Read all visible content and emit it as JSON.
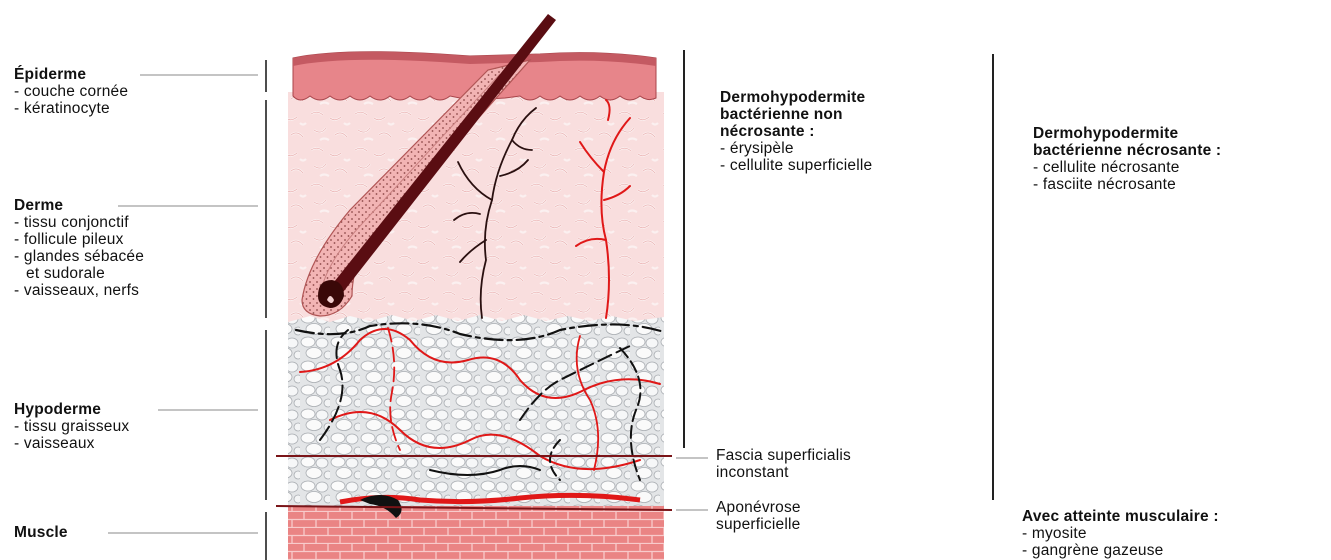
{
  "layers": {
    "epiderme": {
      "title": "Épiderme",
      "items": [
        "- couche cornée",
        "- kératinocyte"
      ]
    },
    "derme": {
      "title": "Derme",
      "items": [
        "- tissu conjonctif",
        "- follicule pileux",
        "- glandes sébacée",
        "et sudorale",
        "- vaisseaux, nerfs"
      ]
    },
    "hypoderme": {
      "title": "Hypoderme",
      "items": [
        "- tissu graisseux",
        "- vaisseaux"
      ]
    },
    "muscle": {
      "title": "Muscle"
    }
  },
  "interfaces": {
    "fascia": [
      "Fascia superficialis",
      "inconstant"
    ],
    "aponevrose": [
      "Aponévrose",
      "superficielle"
    ]
  },
  "categories": {
    "non_necrosante": {
      "title": [
        "Dermohypodermite",
        "bactérienne non",
        "nécrosante :"
      ],
      "items": [
        "- érysipèle",
        "- cellulite superficielle"
      ]
    },
    "necrosante": {
      "title": [
        "Dermohypodermite",
        "bactérienne nécrosante :"
      ],
      "items": [
        "- cellulite nécrosante",
        "- fasciite nécrosante"
      ]
    },
    "musculaire": {
      "title": "Avec atteinte musculaire :",
      "items": [
        "- myosite",
        "- gangrène gazeuse"
      ]
    }
  },
  "colors": {
    "epidermis": "#e8868a",
    "dermis": "#f8dada",
    "fat": "#e2e4e6",
    "muscle": "#ec8a8a",
    "vessel": "#e01818",
    "nerve": "#2a1010",
    "hair": "#5a0d12"
  }
}
